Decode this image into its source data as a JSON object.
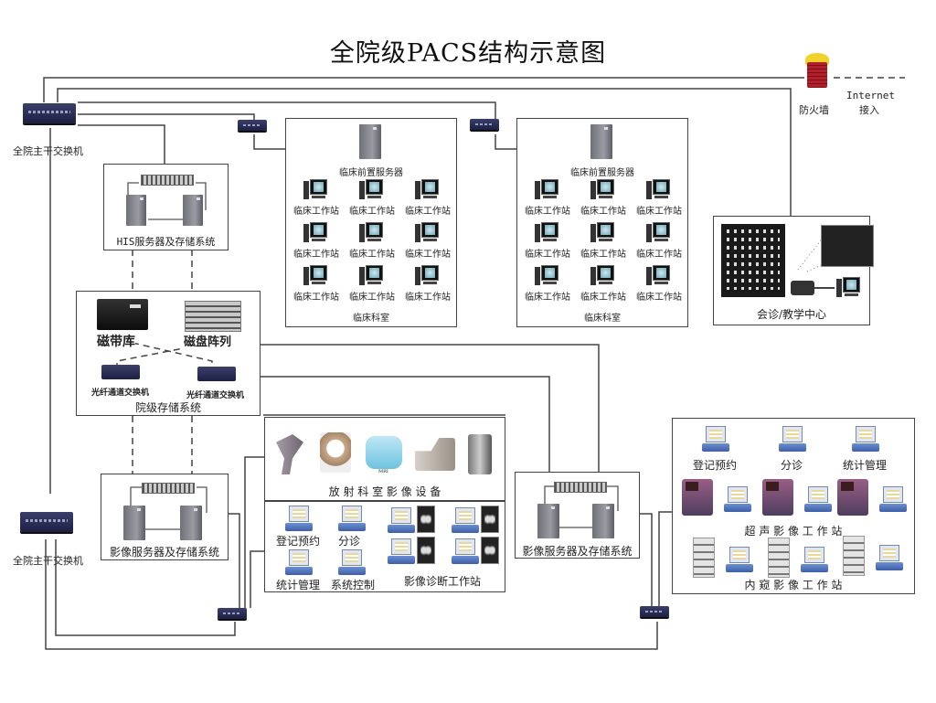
{
  "title": "全院级PACS结构示意图",
  "internet": {
    "firewall_label": "防火墙",
    "internet_label_line1": "Internet",
    "internet_label_line2": "接入"
  },
  "core_switches": [
    {
      "label": "全院主干交换机"
    },
    {
      "label": "全院主干交换机"
    }
  ],
  "his_system": {
    "label": "HIS服务器及存储系统"
  },
  "storage_system": {
    "label": "院级存储系统",
    "tape_library": "磁带库",
    "disk_array": "磁盘阵列",
    "fc_switch_left": "光纤通道交换机",
    "fc_switch_right": "光纤通道交换机"
  },
  "clinical_depts": [
    {
      "server_label": "临床前置服务器",
      "workstations": [
        "临床工作站",
        "临床工作站",
        "临床工作站",
        "临床工作站",
        "临床工作站",
        "临床工作站",
        "临床工作站",
        "临床工作站",
        "临床工作站"
      ],
      "label": "临床科室"
    },
    {
      "server_label": "临床前置服务器",
      "workstations": [
        "临床工作站",
        "临床工作站",
        "临床工作站",
        "临床工作站",
        "临床工作站",
        "临床工作站",
        "临床工作站",
        "临床工作站",
        "临床工作站"
      ],
      "label": "临床科室"
    }
  ],
  "consult_center": {
    "label": "会诊/教学中心"
  },
  "radiology": {
    "equipment_label": "放 射 科 室 影 像 设 备",
    "equipment_small_tag": "MRI",
    "workflow": [
      "登记预约",
      "分诊",
      "统计管理",
      "系统控制"
    ],
    "diagnosis_label": "影像诊断工作站"
  },
  "image_servers": [
    {
      "label": "影像服务器及存储系统"
    },
    {
      "label": "影像服务器及存储系统"
    }
  ],
  "ultrasound_endo": {
    "workflow": [
      "登记预约",
      "分诊",
      "统计管理"
    ],
    "ultrasound_label": "超 声 影 像 工 作 站",
    "endoscopy_label": "内 窥 影 像 工 作 站"
  }
}
